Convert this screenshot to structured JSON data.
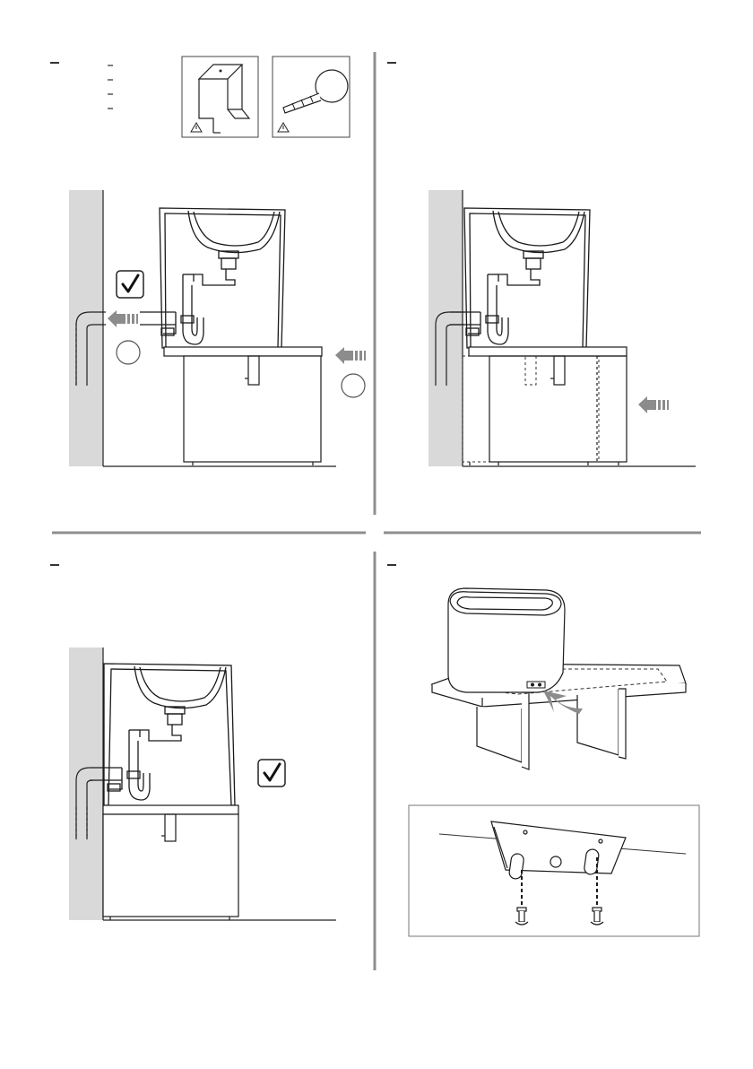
{
  "page": {
    "background": "#ffffff",
    "line_color": "#1a1a1a",
    "wall_color": "#d9d9d9",
    "arrow_color": "#8c8c8c",
    "divider_color": "#999999"
  },
  "panels": [
    {
      "name": "panel-top-left",
      "icons": [
        "bracket-icon",
        "pipe-fitting-icon",
        "warning-icon",
        "check-icon",
        "arrow-left-icon"
      ]
    },
    {
      "name": "panel-top-right",
      "icons": [
        "arrow-left-icon"
      ]
    },
    {
      "name": "panel-bottom-left",
      "icons": [
        "check-icon"
      ]
    },
    {
      "name": "panel-bottom-right",
      "icons": [
        "arrow-icon",
        "bracket-plate-icon",
        "screw-icon"
      ]
    }
  ]
}
